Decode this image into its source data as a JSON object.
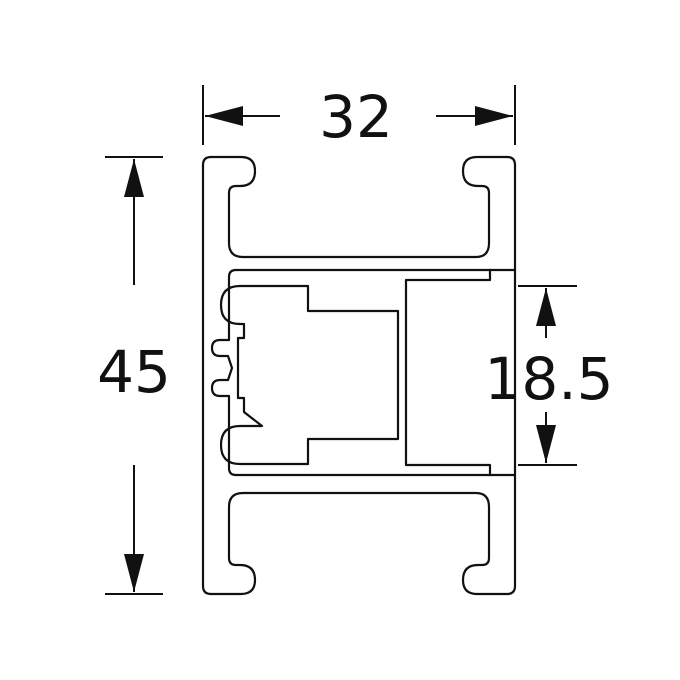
{
  "drawing": {
    "dim_width": "32",
    "dim_height": "45",
    "dim_slot": "18.5",
    "line_color": "#111111",
    "background": "#ffffff"
  }
}
